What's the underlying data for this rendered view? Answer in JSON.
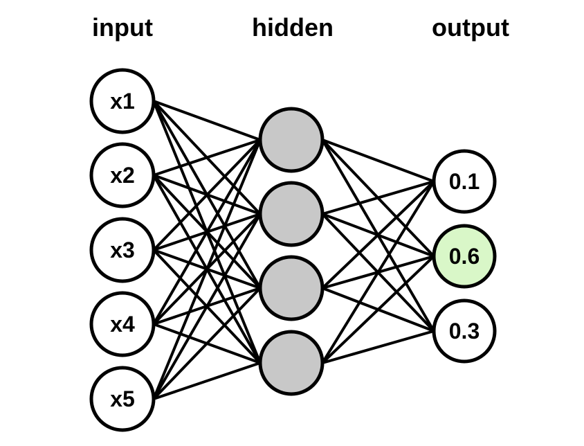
{
  "layers": {
    "input": {
      "title": "input",
      "nodes": [
        "x1",
        "x2",
        "x3",
        "x4",
        "x5"
      ]
    },
    "hidden": {
      "title": "hidden",
      "node_count": 4
    },
    "output": {
      "title": "output",
      "nodes": [
        "0.1",
        "0.6",
        "0.3"
      ],
      "highlighted_index": 1
    }
  },
  "colors": {
    "node_fill": "#ffffff",
    "hidden_fill": "#c8c8c8",
    "highlight_fill": "#d9f7c8",
    "stroke": "#000000"
  }
}
